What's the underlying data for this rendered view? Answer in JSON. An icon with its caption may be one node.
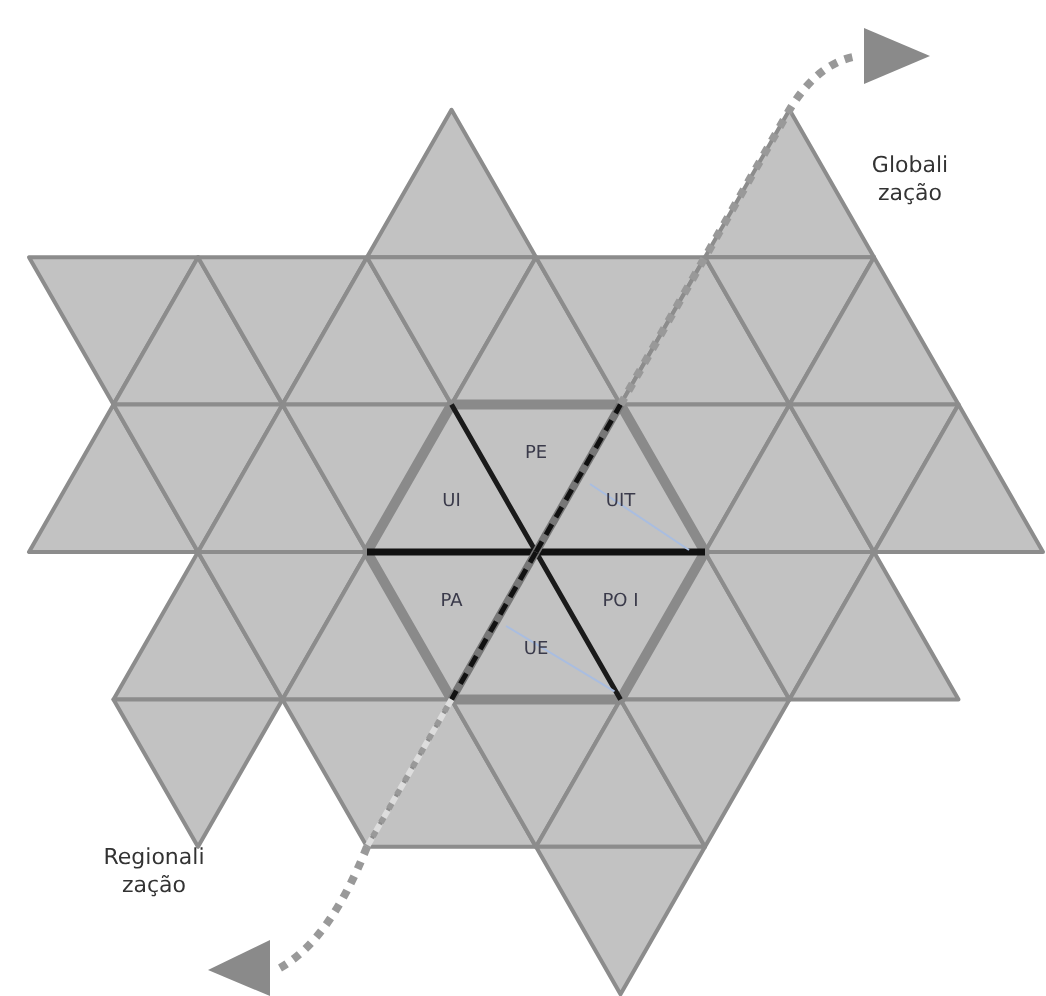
{
  "diagram": {
    "nodes": [
      {
        "text": [
          "PE"
        ]
      },
      {
        "text": [
          "UI"
        ]
      },
      {
        "text": [
          "UIT"
        ]
      },
      {
        "text": [
          "PA"
        ]
      },
      {
        "text": [
          "PO I"
        ]
      },
      {
        "text": [
          "UE"
        ]
      }
    ],
    "labels": [
      "Globali zação",
      "Regionali zação"
    ]
  }
}
